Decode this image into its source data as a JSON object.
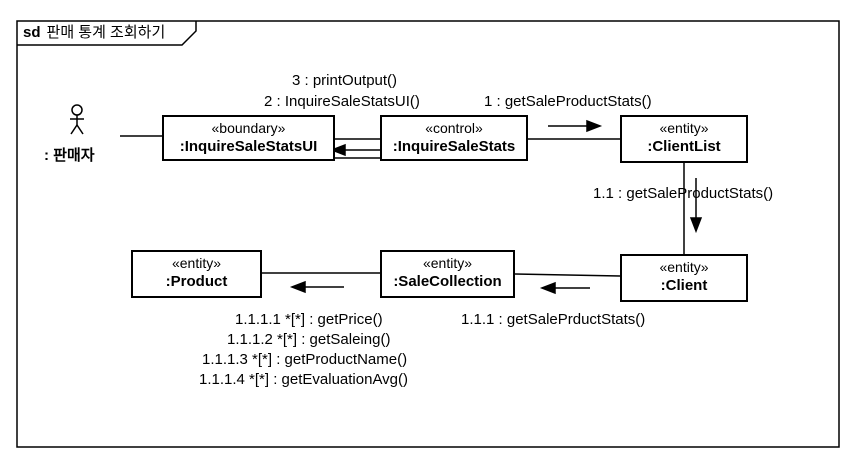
{
  "frame": {
    "kind": "sd",
    "title": "판매 통계 조회하기"
  },
  "actor": {
    "name": ": 판매자"
  },
  "objects": [
    {
      "id": "boundary",
      "stereotype": "«boundary»",
      "name": ":InquireSaleStatsUI"
    },
    {
      "id": "control",
      "stereotype": "«control»",
      "name": ":InquireSaleStats"
    },
    {
      "id": "clientlist",
      "stereotype": "«entity»",
      "name": ":ClientList"
    },
    {
      "id": "client",
      "stereotype": "«entity»",
      "name": ":Client"
    },
    {
      "id": "salecollection",
      "stereotype": "«entity»",
      "name": ":SaleCollection"
    },
    {
      "id": "product",
      "stereotype": "«entity»",
      "name": ":Product"
    }
  ],
  "messages": {
    "m3": "3 : printOutput()",
    "m2": "2 : InquireSaleStatsUI()",
    "m1": "1 : getSaleProductStats()",
    "m11": "1.1 : getSaleProductStats()",
    "m111": "1.1.1 : getSalePrductStats()",
    "m1111": "1.1.1.1 *[*] : getPrice()",
    "m1112": "1.1.1.2 *[*] : getSaleing()",
    "m1113": "1.1.1.3 *[*] : getProductName()",
    "m1114": "1.1.1.4 *[*] : getEvaluationAvg()"
  }
}
